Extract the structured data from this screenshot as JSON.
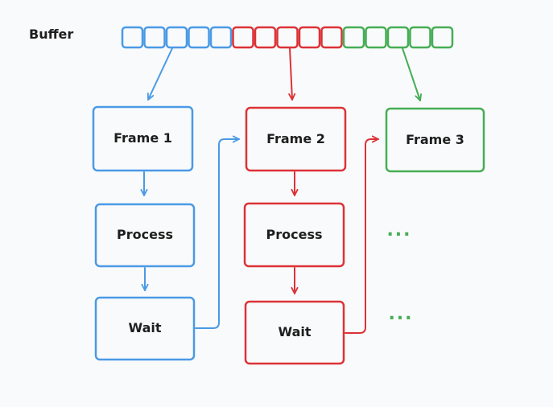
{
  "colors": {
    "blue": "#4a9ae6",
    "red": "#dc3237",
    "green": "#45ad54",
    "text": "#1e1e1e",
    "background": "#f9fafb"
  },
  "buffer": {
    "label": "Buffer",
    "cells": [
      {
        "group": "blue"
      },
      {
        "group": "blue"
      },
      {
        "group": "blue"
      },
      {
        "group": "blue"
      },
      {
        "group": "blue"
      },
      {
        "group": "red"
      },
      {
        "group": "red"
      },
      {
        "group": "red"
      },
      {
        "group": "red"
      },
      {
        "group": "red"
      },
      {
        "group": "green"
      },
      {
        "group": "green"
      },
      {
        "group": "green"
      },
      {
        "group": "green"
      },
      {
        "group": "green"
      }
    ]
  },
  "columns": [
    {
      "color": "blue",
      "frame": "Frame 1",
      "process": "Process",
      "wait": "Wait"
    },
    {
      "color": "red",
      "frame": "Frame 2",
      "process": "Process",
      "wait": "Wait"
    },
    {
      "color": "green",
      "frame": "Frame 3",
      "continuation_1": "...",
      "continuation_2": "..."
    }
  ]
}
